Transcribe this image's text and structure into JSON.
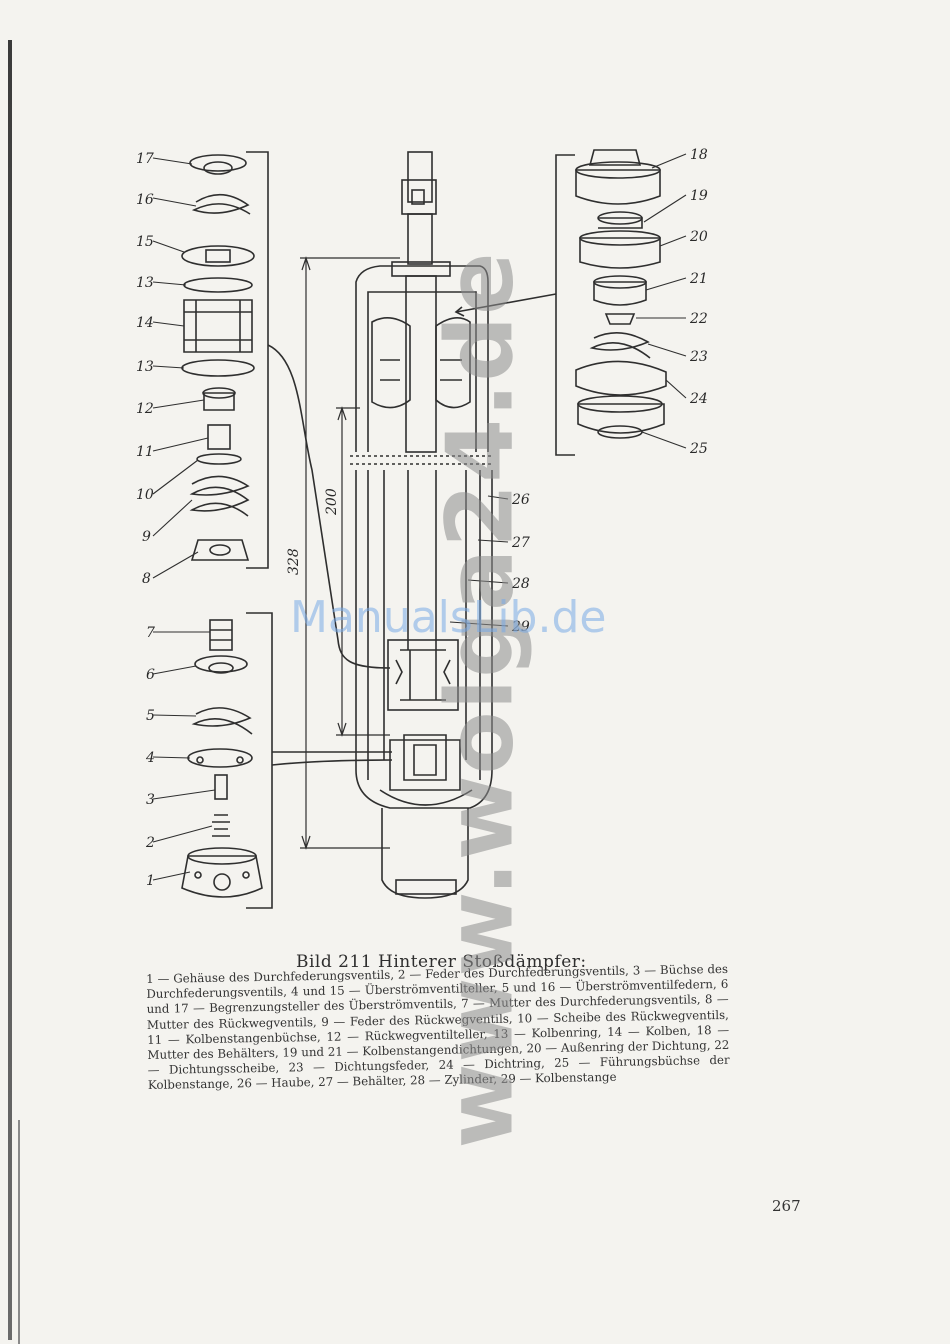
{
  "figure": {
    "labels_left_upper": [
      "17",
      "16",
      "15",
      "13",
      "14",
      "13",
      "12",
      "11",
      "10",
      "9",
      "8"
    ],
    "labels_left_lower": [
      "7",
      "6",
      "5",
      "4",
      "3",
      "2",
      "1"
    ],
    "labels_right_upper": [
      "18",
      "19",
      "20",
      "21",
      "22",
      "23",
      "24",
      "25"
    ],
    "labels_right_lower": [
      "26",
      "27",
      "28",
      "29"
    ],
    "dimensions": [
      "328",
      "200"
    ]
  },
  "caption": {
    "title": "Bild 211 Hinterer Stoßdämpfer:",
    "body": "1 — Gehäuse des Durchfederungsventils, 2 — Feder des Durchfederungsventils, 3 — Büchse des Durchfederungsventils, 4 und 15 — Überströmventilteller, 5 und 16 — Überströmventilfedern, 6 und 17 — Begrenzungsteller des Überströmventils, 7 — Mutter des Durchfederungsventils, 8 — Mutter des Rückwegventils, 9 — Feder des Rückwegventils, 10 — Scheibe des Rückwegventils, 11 — Kolbenstangenbüchse, 12 — Rückwegventilteller, 13 — Kolbenring, 14 — Kolben, 18 — Mutter des Behälters, 19 und 21 — Kolbenstangendichtungen, 20 — Außenring der Dichtung, 22 — Dichtungsscheibe, 23 — Dichtungsfeder, 24 — Dichtring, 25 — Führungsbüchse der Kolbenstange, 26 — Haube, 27 — Behälter, 28 — Zylinder, 29 — Kolbenstange"
  },
  "page_number": "267",
  "watermarks": {
    "vertical": "www.wolga24.de",
    "horizontal": "ManualsLib.de"
  }
}
